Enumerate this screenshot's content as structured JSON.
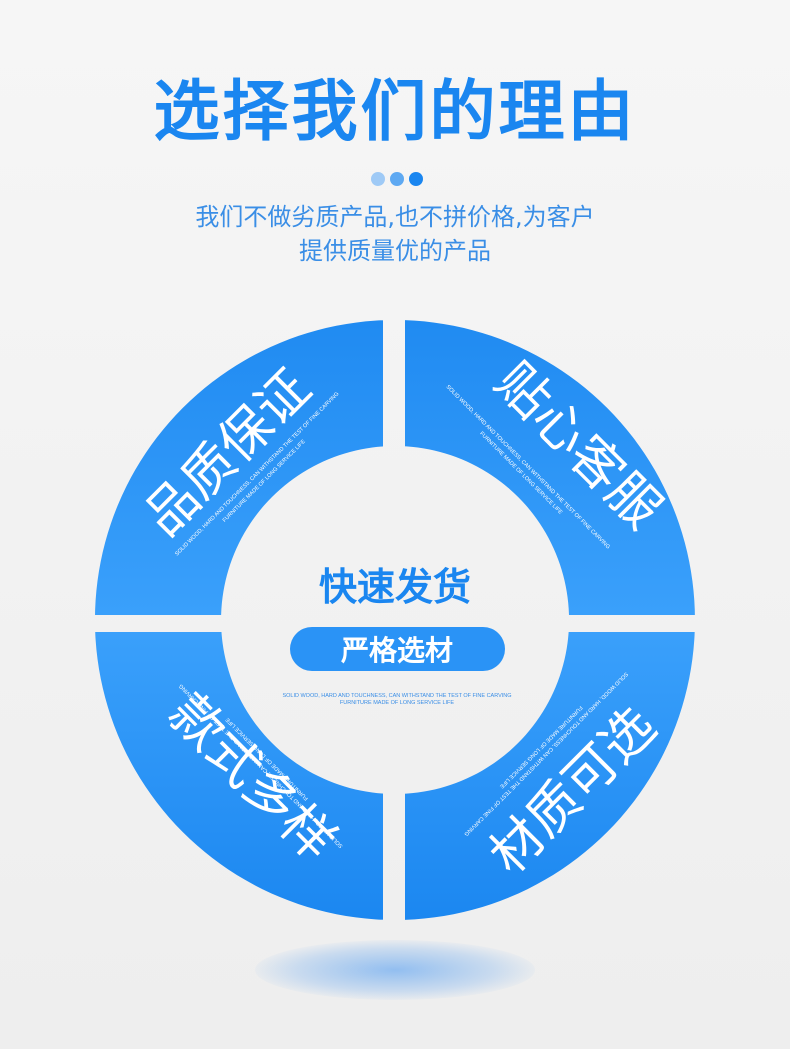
{
  "title": "选择我们的理由",
  "subtitle_line1": "我们不做劣质产品,也不拼价格,为客户",
  "subtitle_line2": "提供质量优的产品",
  "colors": {
    "primary": "#1a86f0",
    "primary_light": "#3aa0fb",
    "dot1": "#9fcaf6",
    "dot2": "#5ea9f2",
    "dot3": "#1a86f0"
  },
  "center": {
    "heading": "快速发货",
    "pill": "严格选材",
    "fine_line1": "SOLID WOOD, HARD AND TOUCHNESS, CAN WITHSTAND THE TEST OF FINE CARVING",
    "fine_line2": "FURNITURE MADE OF LONG SERVICE LIFE"
  },
  "quadrants": {
    "top_left": {
      "label": "品质保证",
      "fine1": "SOLID WOOD, HARD AND TOUCHNESS, CAN WITHSTAND THE TEST OF FINE CARVING",
      "fine2": "FURNITURE MADE OF LONG SERVICE LIFE"
    },
    "top_right": {
      "label": "贴心客服",
      "fine1": "SOLID WOOD, HARD AND TOUCHNESS, CAN WITHSTAND THE TEST OF FINE CARVING",
      "fine2": "FURNITURE MADE OF LONG SERVICE LIFE"
    },
    "bottom_left": {
      "label": "款式多样",
      "fine1": "SOLID WOOD, HARD AND TOUCHNESS, CAN WITHSTAND THE TEST OF FINE CARVING",
      "fine2": "FURNITURE MADE OF LONG SERVICE LIFE"
    },
    "bottom_right": {
      "label": "材质可选",
      "fine1": "SOLID WOOD, HARD AND TOUCHNESS, CAN WITHSTAND THE TEST OF FINE CARVING",
      "fine2": "FURNITURE MADE OF LONG SERVICE LIFE"
    }
  }
}
